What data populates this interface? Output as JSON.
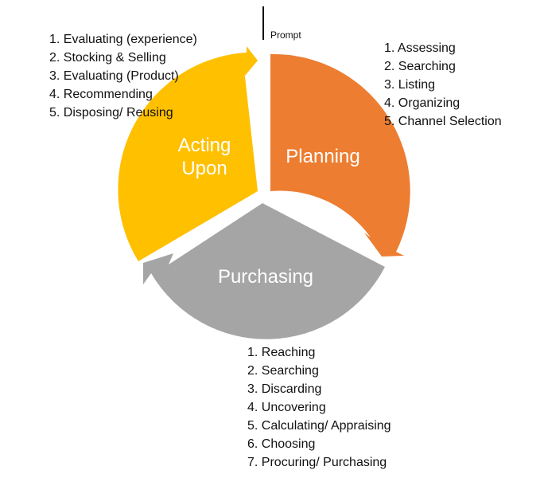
{
  "prompt": {
    "label": "Prompt"
  },
  "segments": {
    "planning": {
      "label": "Planning",
      "color": "#ED7D31"
    },
    "purchasing": {
      "label": "Purchasing",
      "color": "#A5A5A5"
    },
    "acting": {
      "label_line1": "Acting",
      "label_line2": "Upon",
      "color": "#FFC000"
    }
  },
  "lists": {
    "acting": [
      "1. Evaluating (experience)",
      "2. Stocking & Selling",
      "3. Evaluating (Product)",
      "4. Recommending",
      "5. Disposing/ Reusing"
    ],
    "planning": [
      "1. Assessing",
      "2. Searching",
      "3. Listing",
      "4. Organizing",
      "5. Channel Selection"
    ],
    "purchasing": [
      "1. Reaching",
      "2. Searching",
      "3. Discarding",
      "4. Uncovering",
      "5. Calculating/ Appraising",
      "6. Choosing",
      "7. Procuring/ Purchasing"
    ]
  }
}
